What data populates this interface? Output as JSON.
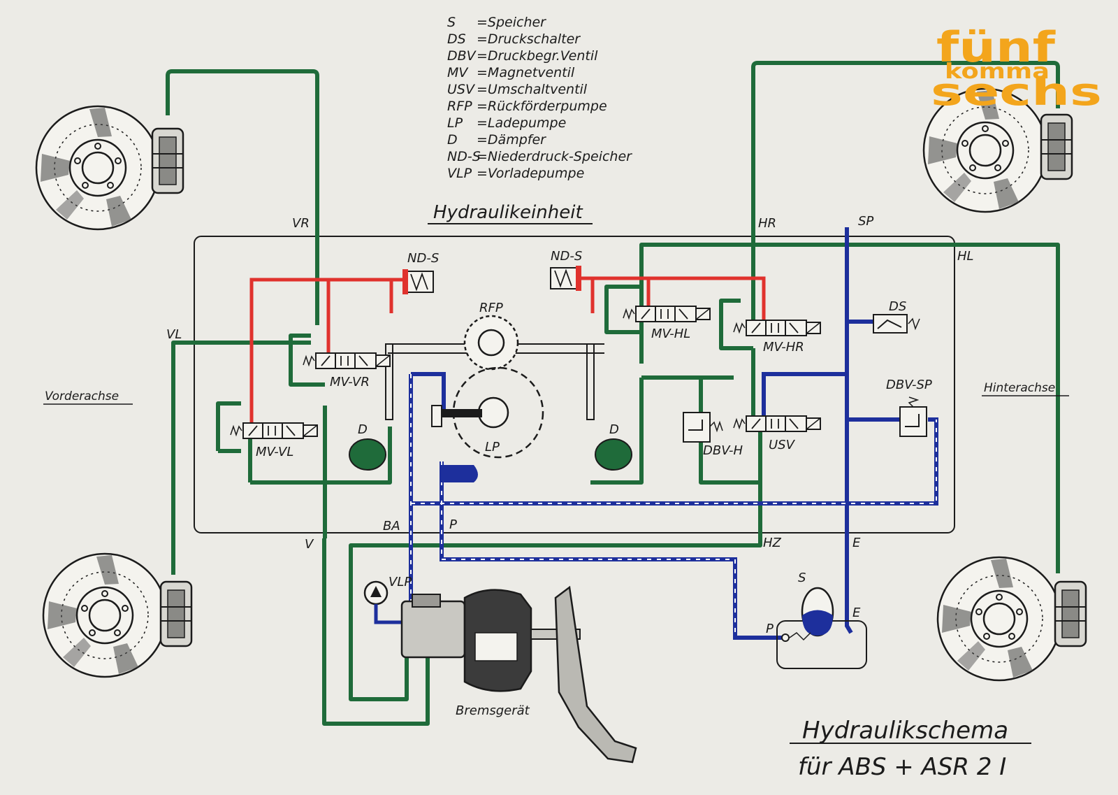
{
  "legend": [
    {
      "abbr": "S",
      "desc": "=Speicher"
    },
    {
      "abbr": "DS",
      "desc": "=Druckschalter"
    },
    {
      "abbr": "DBV",
      "desc": "=Druckbegr.Ventil"
    },
    {
      "abbr": "MV",
      "desc": "=Magnetventil"
    },
    {
      "abbr": "USV",
      "desc": "=Umschaltventil"
    },
    {
      "abbr": "RFP",
      "desc": "=Rückförderpumpe"
    },
    {
      "abbr": "LP",
      "desc": "=Ladepumpe"
    },
    {
      "abbr": "D",
      "desc": "=Dämpfer"
    },
    {
      "abbr": "ND-S",
      "desc": "=Niederdruck-Speicher"
    },
    {
      "abbr": "VLP",
      "desc": "=Vorladepumpe"
    }
  ],
  "logo": {
    "line1": "fünf",
    "line2": "komma",
    "line3": "sechs",
    "color": "#f3a51c"
  },
  "unit_title": "Hydraulikeinheit",
  "axles": {
    "front": "Vorderachse",
    "rear": "Hinterachse"
  },
  "lines": {
    "VR": "VR",
    "VL": "VL",
    "V": "V",
    "HR": "HR",
    "HL": "HL",
    "HZ": "HZ",
    "SP": "SP",
    "E_top": "E",
    "E_bottom": "E",
    "BA": "BA",
    "P_top": "P",
    "P_bottom": "P"
  },
  "components": {
    "nds_left": "ND-S",
    "nds_right": "ND-S",
    "rfp": "RFP",
    "lp": "LP",
    "d_left": "D",
    "d_right": "D",
    "mv_vr": "MV-VR",
    "mv_vl": "MV-VL",
    "mv_hl": "MV-HL",
    "mv_hr": "MV-HR",
    "usv": "USV",
    "dbv_h": "DBV-H",
    "dbv_sp": "DBV-SP",
    "ds": "DS",
    "vlp": "VLP",
    "s": "S",
    "brake": "Bremsgerät"
  },
  "title": {
    "line1": "Hydraulikschema",
    "line2": "für ABS + ASR 2 I"
  },
  "colors": {
    "green": "#1f6b3a",
    "red": "#e0322d",
    "blue": "#1d2f9c",
    "ink": "#1b1b1b"
  }
}
